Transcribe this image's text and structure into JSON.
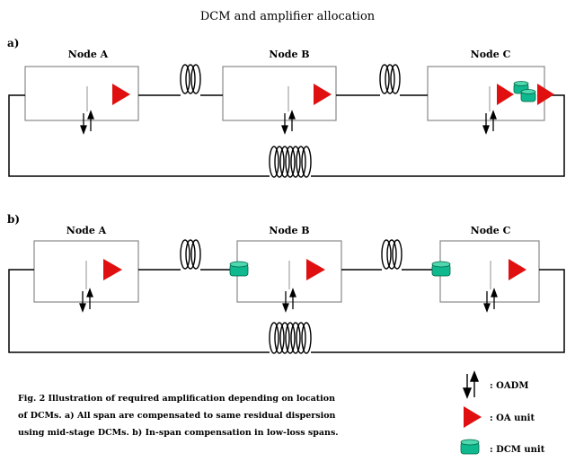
{
  "title": "DCM and amplifier allocation",
  "panels": [
    {
      "label": "a)",
      "nodes": [
        {
          "name": "Node A",
          "units": [
            "oa"
          ]
        },
        {
          "name": "Node B",
          "units": [
            "oa"
          ]
        },
        {
          "name": "Node C",
          "units": [
            "oa",
            "dcm",
            "oa"
          ]
        }
      ],
      "span_dcm": []
    },
    {
      "label": "b)",
      "nodes": [
        {
          "name": "Node A",
          "units": [
            "oa"
          ]
        },
        {
          "name": "Node B",
          "units": [
            "oa"
          ]
        },
        {
          "name": "Node C",
          "units": [
            "oa"
          ]
        }
      ],
      "span_dcm": [
        "node-b-input",
        "node-c-input"
      ]
    }
  ],
  "caption": {
    "lines": [
      "Fig. 2   Illustration of required amplification depending on location",
      "of DCMs. a) All span are compensated to same residual dispersion",
      "using mid-stage DCMs. b) In-span compensation in low-loss spans."
    ]
  },
  "legend": {
    "oadm": ": OADM",
    "oa": ": OA unit",
    "dcm": ": DCM unit"
  },
  "colors": {
    "oa": "#e01010",
    "dcm": "#10b890",
    "line": "#000000",
    "box": "#888888"
  }
}
